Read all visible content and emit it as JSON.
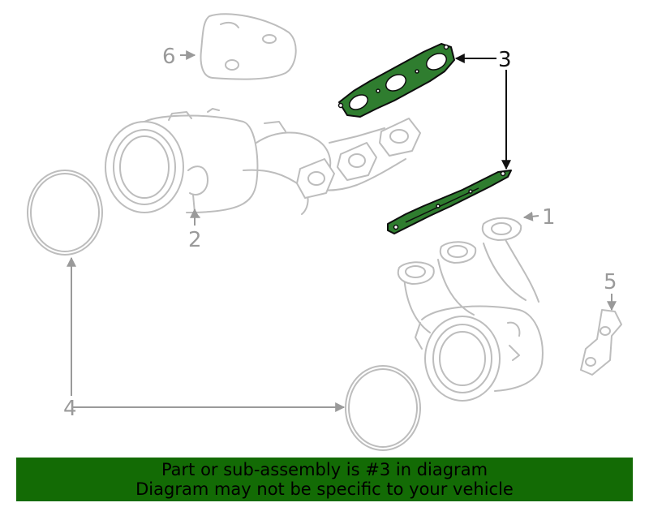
{
  "callouts": {
    "c1": "1",
    "c2": "2",
    "c3": "3",
    "c4": "4",
    "c5": "5",
    "c6": "6"
  },
  "highlighted_part": "3",
  "colors": {
    "highlight": "#2f7d2f",
    "banner": "#136b05",
    "linework": "#bdbdbd"
  },
  "banner": {
    "line1": "Part or sub-assembly is #3 in diagram",
    "line2": "Diagram may not be specific to your vehicle"
  }
}
